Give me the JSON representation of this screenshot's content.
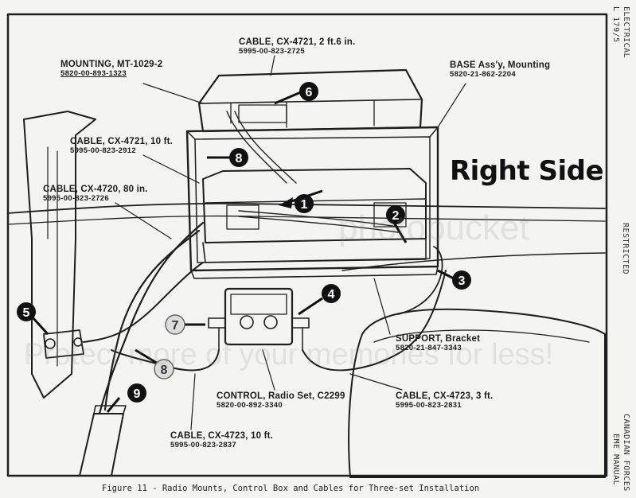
{
  "heading": "Right Side",
  "caption": "Figure 11 - Radio Mounts, Control Box and Cables for Three-set Installation",
  "margin_text": {
    "top_right_1": "ELECTRICAL",
    "top_right_2": "L 179/5",
    "middle_right": "RESTRICTED",
    "bottom_right_1": "CANADIAN FORCES",
    "bottom_right_2": "EME MANUAL"
  },
  "labels": {
    "mounting": {
      "title": "MOUNTING, MT-1029-2",
      "number": "5820-00-893-1323"
    },
    "cable_top": {
      "title": "CABLE, CX-4721, 2 ft.6 in.",
      "number": "5995-00-823-2725"
    },
    "base": {
      "title": "BASE Ass'y, Mounting",
      "number": "5820-21-862-2204"
    },
    "cable_10ft": {
      "title": "CABLE, CX-4721, 10 ft.",
      "number": "5995-00-823-2912"
    },
    "cable_80in": {
      "title": "CABLE, CX-4720, 80 in.",
      "number": "5995-00-823-2726"
    },
    "support": {
      "title": "SUPPORT, Bracket",
      "number": "5820-21-847-3343"
    },
    "control": {
      "title": "CONTROL, Radio Set, C2299",
      "number": "5820-00-892-3340"
    },
    "cable_3ft": {
      "title": "CABLE, CX-4723, 3 ft.",
      "number": "5995-00-823-2831"
    },
    "cable_bottom": {
      "title": "CABLE, CX-4723, 10 ft.",
      "number": "5995-00-823-2837"
    }
  },
  "callouts": [
    "1",
    "2",
    "3",
    "4",
    "5",
    "6",
    "7",
    "8",
    "8",
    "9"
  ],
  "watermark": "Protect more of your memories for less!",
  "watermark_brand": "photobucket",
  "colors": {
    "ink": "#1b1b1b",
    "paper": "#f4f4f1"
  }
}
